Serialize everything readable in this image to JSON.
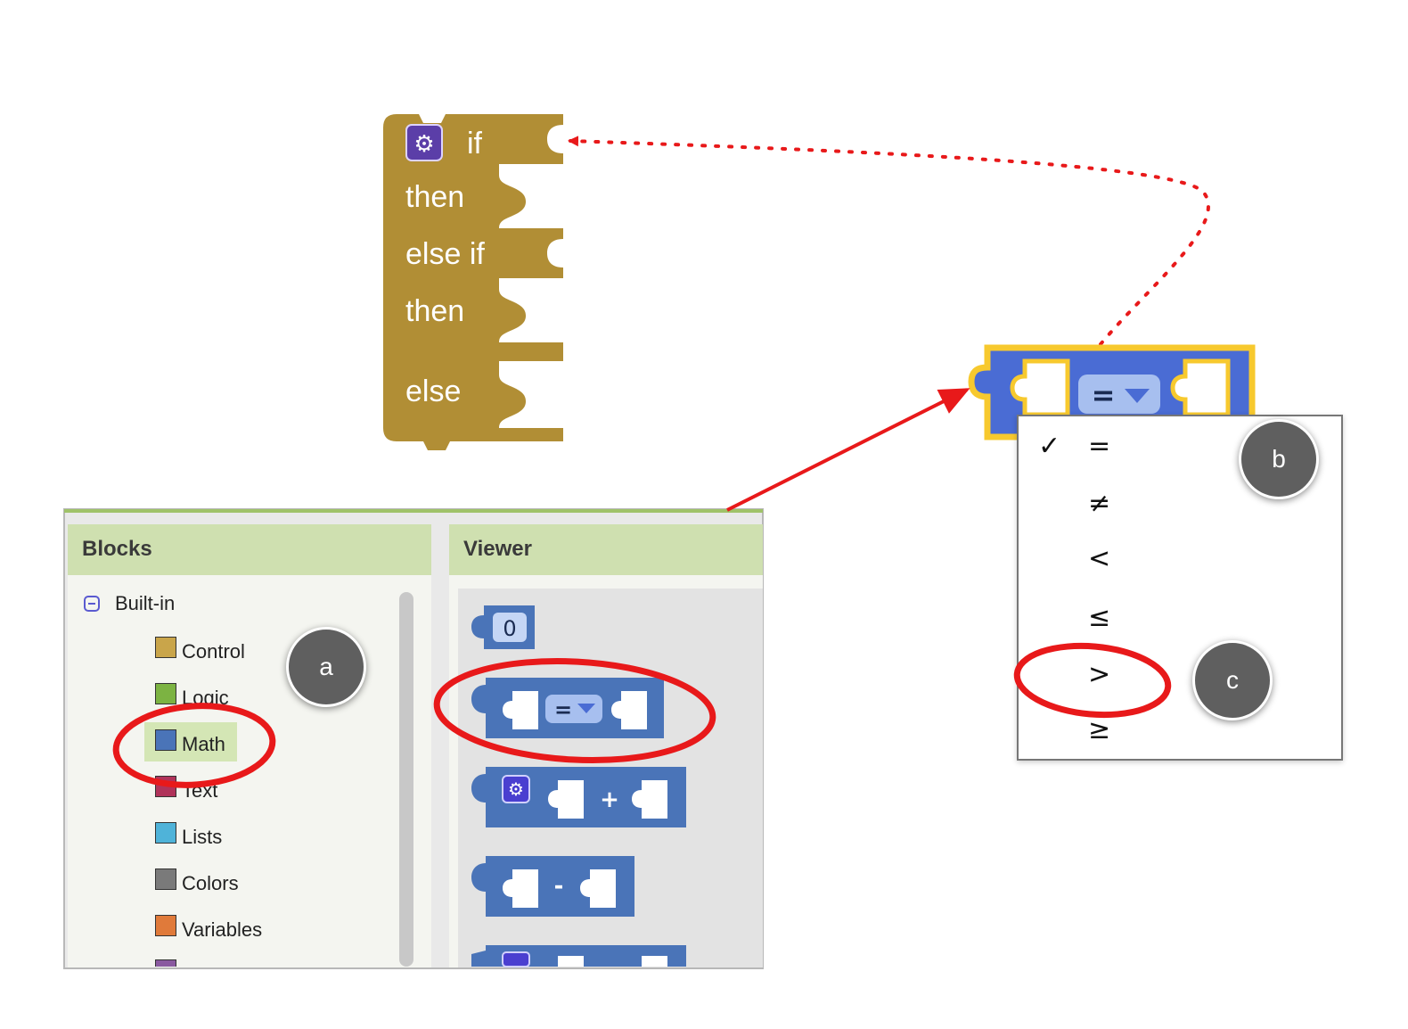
{
  "control_if_block": {
    "labels": [
      "if",
      "then",
      "else if",
      "then",
      "else"
    ],
    "color": "#b18e35"
  },
  "compare_block": {
    "operator": "=",
    "color": "#4a6cd4",
    "highlight_color": "#f7c92e"
  },
  "operator_menu": {
    "selected": "=",
    "check": "✓",
    "items": [
      "=",
      "≠",
      "<",
      "≤",
      ">",
      "≥"
    ]
  },
  "blocks_panel": {
    "header": "Blocks",
    "tree_root": "Built-in",
    "categories": [
      {
        "label": "Control",
        "color": "#c9a54a"
      },
      {
        "label": "Logic",
        "color": "#7cb342"
      },
      {
        "label": "Math",
        "color": "#4a74b8"
      },
      {
        "label": "Text",
        "color": "#b0335a"
      },
      {
        "label": "Lists",
        "color": "#4fb3d9"
      },
      {
        "label": "Colors",
        "color": "#7a7a7a"
      },
      {
        "label": "Variables",
        "color": "#e07a3a"
      }
    ],
    "selected": "Math"
  },
  "viewer_panel": {
    "header": "Viewer",
    "number_block_value": "0",
    "compare_operator": "=",
    "add_operator": "+",
    "subtract_operator": "-"
  },
  "badges": {
    "a": "a",
    "b": "b",
    "c": "c"
  },
  "colors": {
    "panel_header": "#cfe0b0",
    "annotation": "#e8191a",
    "math_block": "#4a74b8"
  }
}
